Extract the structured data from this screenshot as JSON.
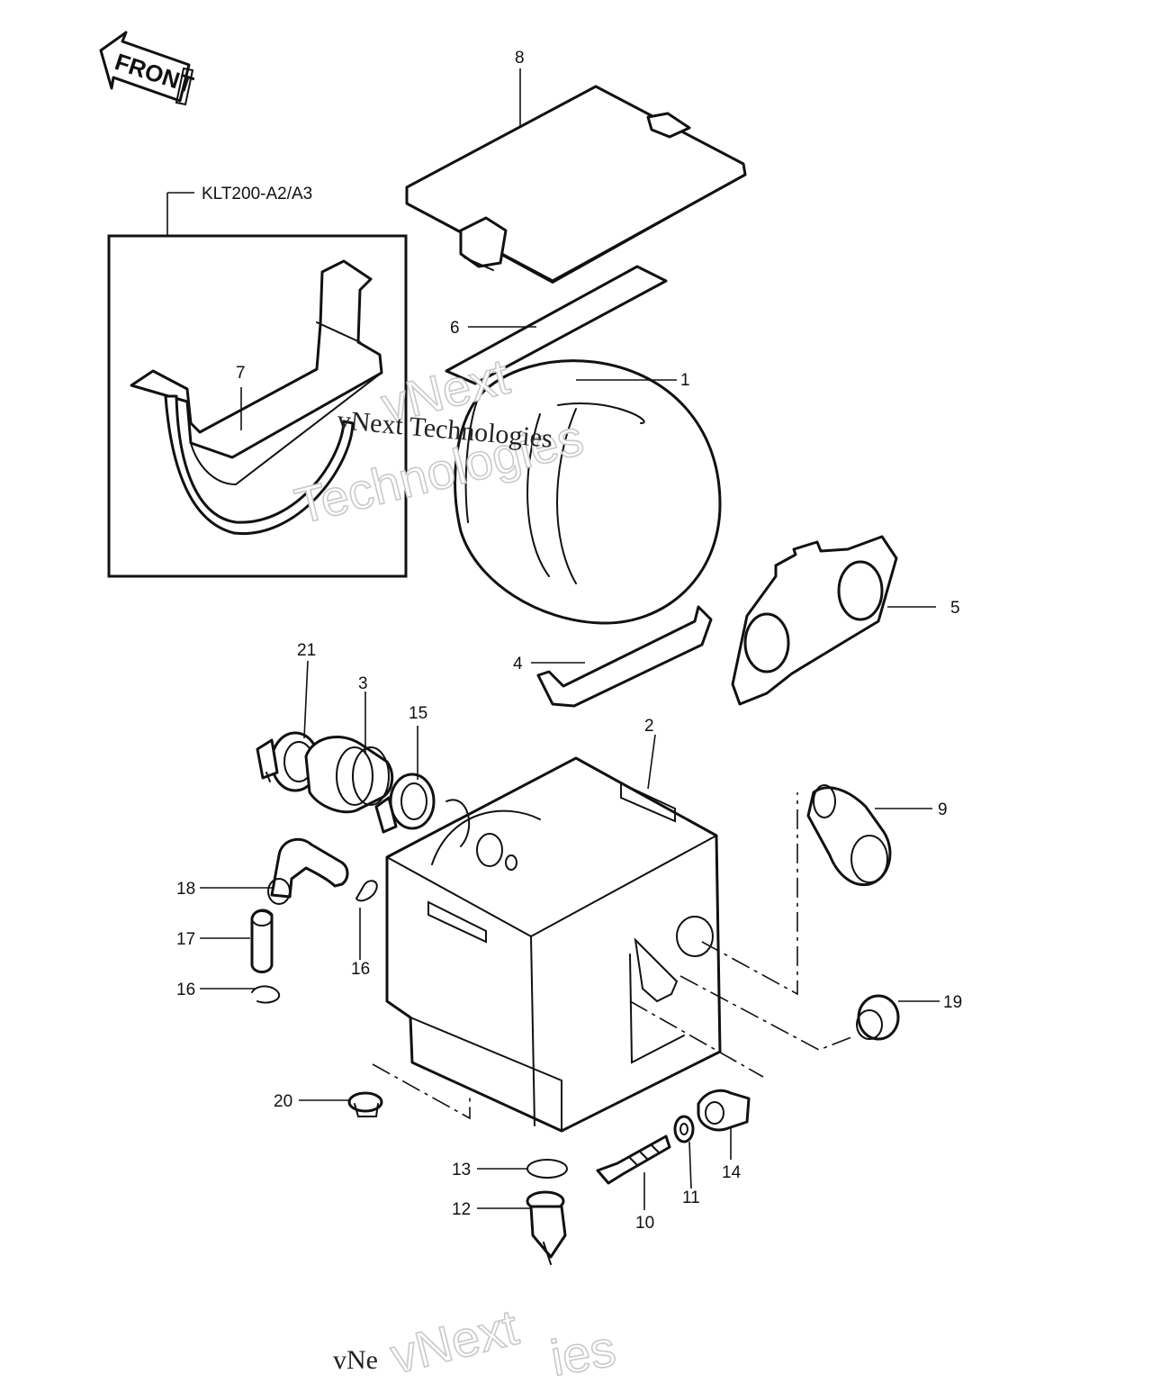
{
  "variant_label": "KLT200-A2/A3",
  "front_label": "FRONT",
  "watermarks": [
    "vNext",
    "Technologies",
    "vNext Technologies",
    "vNext",
    "vNe",
    "ies"
  ],
  "callouts": [
    "1",
    "2",
    "3",
    "4",
    "5",
    "6",
    "7",
    "8",
    "9",
    "10",
    "11",
    "12",
    "13",
    "14",
    "15",
    "16",
    "16",
    "17",
    "18",
    "19",
    "20",
    "21"
  ]
}
